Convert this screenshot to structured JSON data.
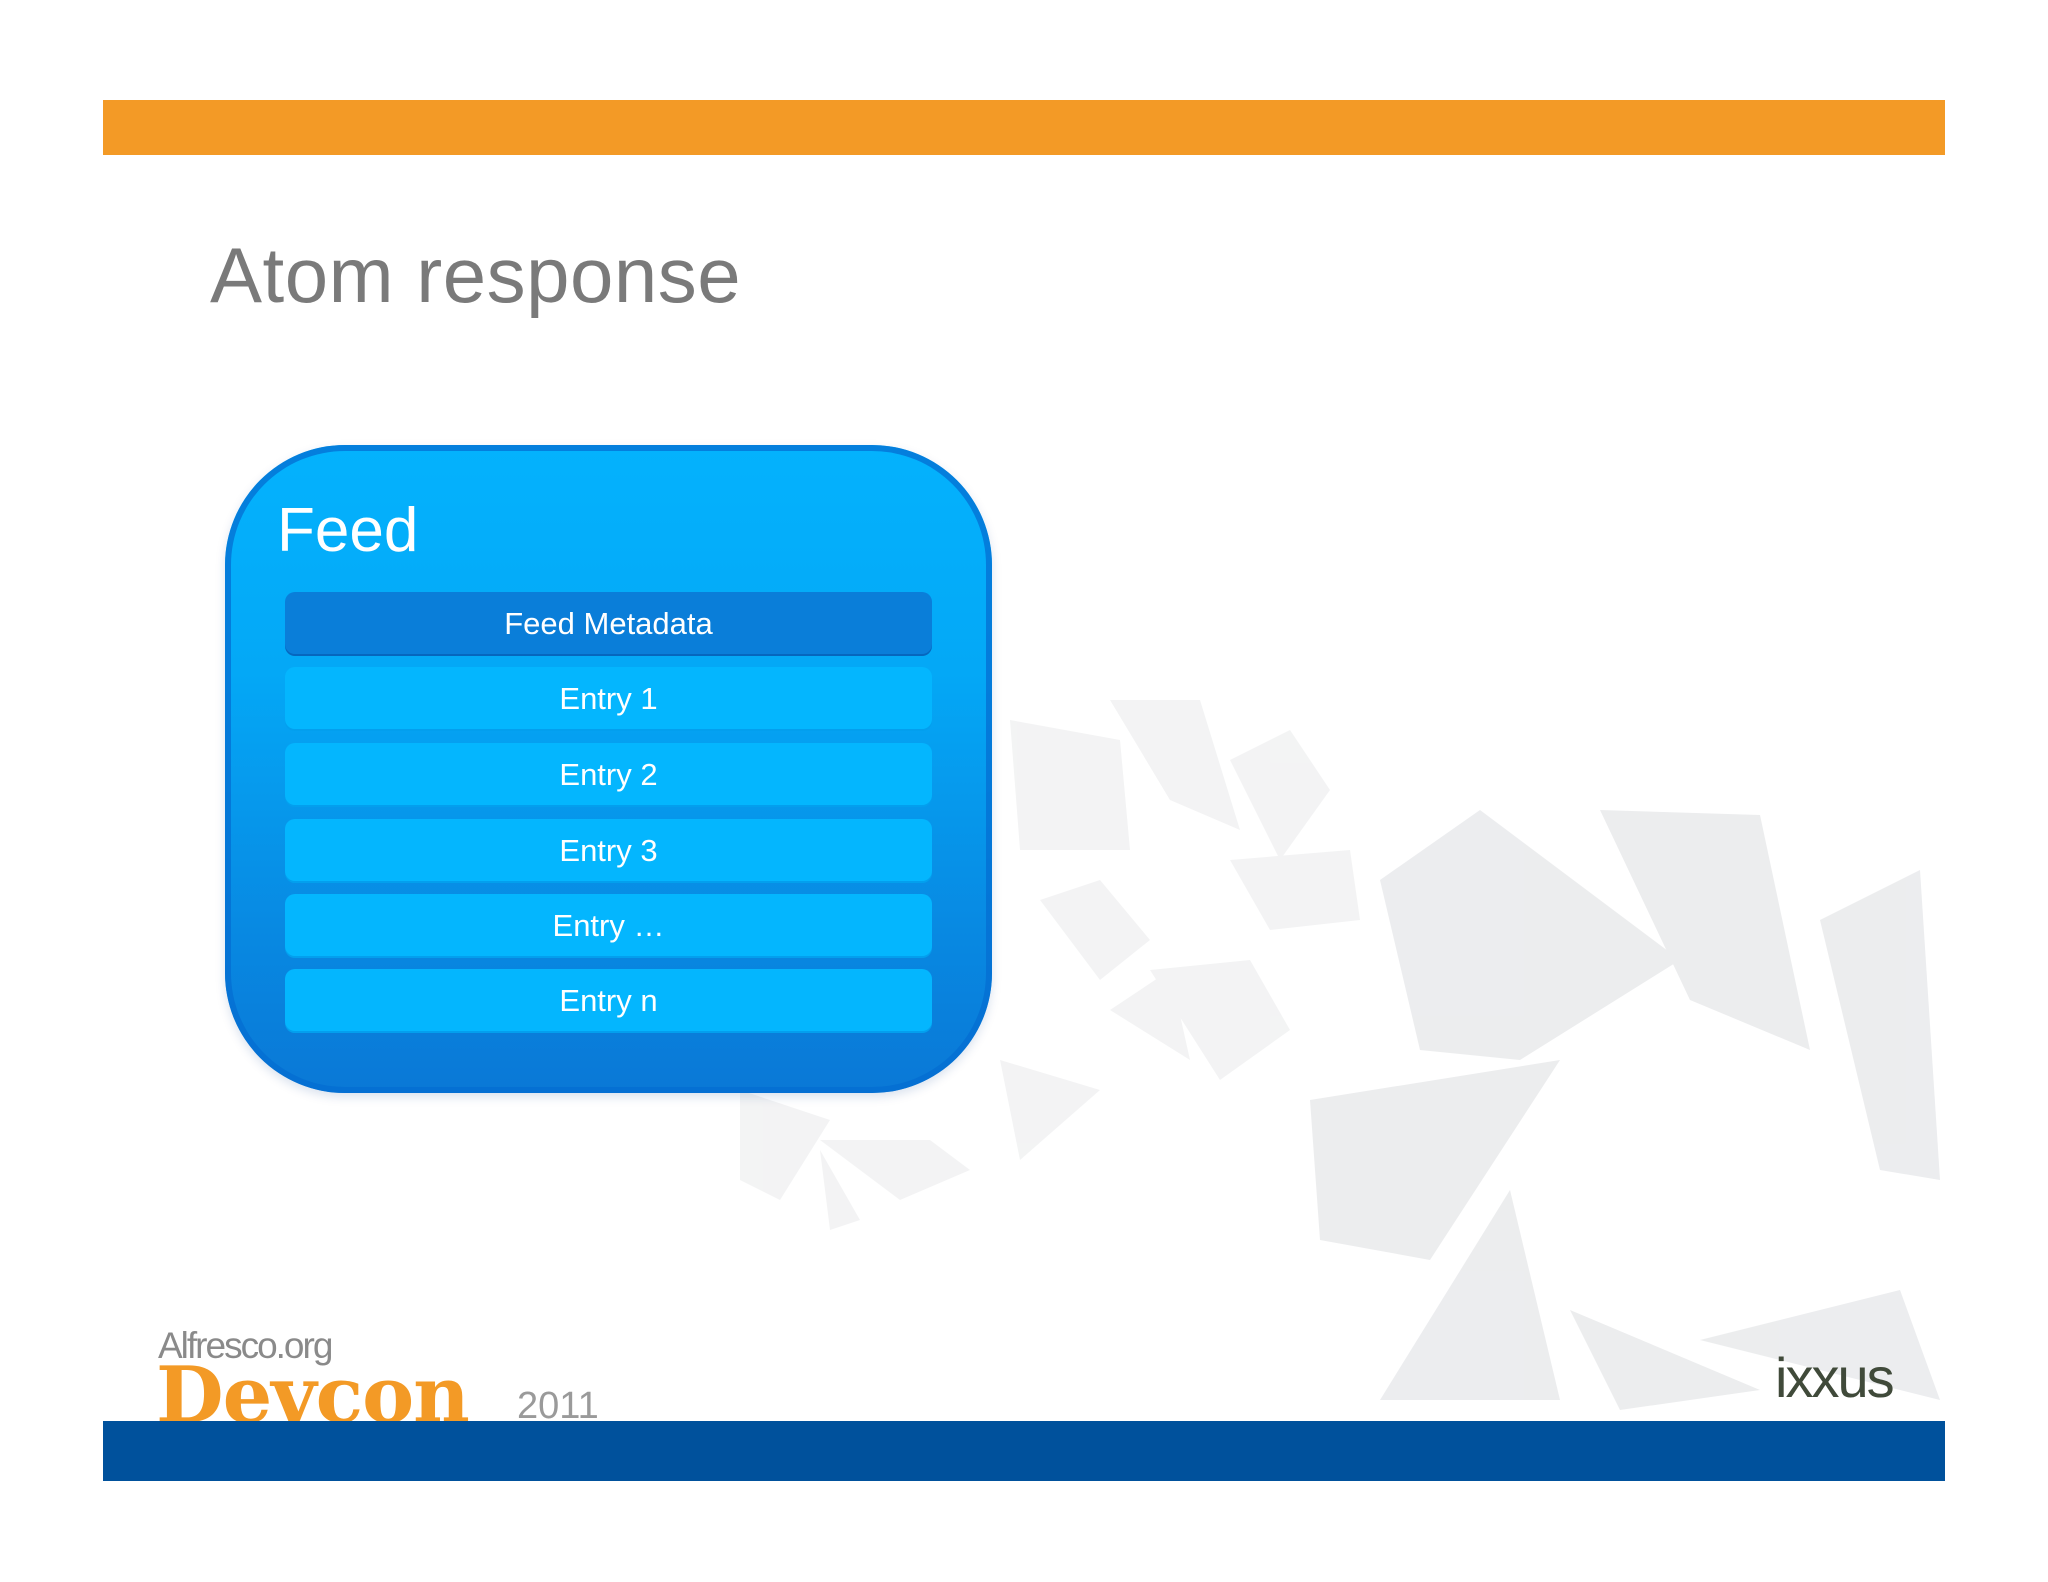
{
  "slide": {
    "title": "Atom response"
  },
  "diagram": {
    "container_label": "Feed",
    "rows": [
      {
        "label": "Feed Metadata",
        "kind": "metadata"
      },
      {
        "label": "Entry 1",
        "kind": "entry"
      },
      {
        "label": "Entry 2",
        "kind": "entry"
      },
      {
        "label": "Entry 3",
        "kind": "entry"
      },
      {
        "label": "Entry …",
        "kind": "entry"
      },
      {
        "label": "Entry n",
        "kind": "entry"
      }
    ]
  },
  "branding": {
    "alfresco": "Alfresco.org",
    "devcon": "Devcon",
    "year": "2011",
    "partner": "ixxus"
  },
  "colors": {
    "top_bar": "#f39a26",
    "bottom_bar": "#00519c",
    "feed_container": "#04a8f6",
    "metadata_row": "#0a7ed9",
    "entry_row": "#04b6fe"
  }
}
